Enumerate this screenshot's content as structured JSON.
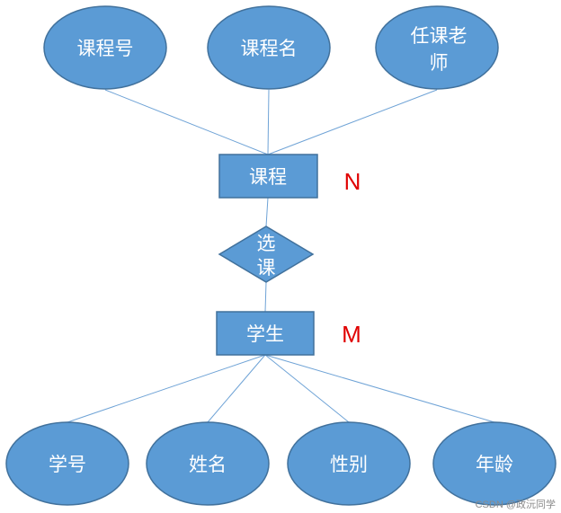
{
  "diagram": {
    "entities": {
      "course": "课程",
      "student": "学生"
    },
    "relationship": {
      "line1": "选",
      "line2": "课"
    },
    "course_attributes": {
      "course_id": "课程号",
      "course_name": "课程名",
      "teacher_line1": "任课老",
      "teacher_line2": "师"
    },
    "student_attributes": {
      "student_id": "学号",
      "name": "姓名",
      "gender": "性别",
      "age": "年龄"
    },
    "cardinality": {
      "course": "N",
      "student": "M"
    },
    "colors": {
      "shape_fill": "#5b9bd5",
      "shape_border": "#41719c",
      "line": "#6fa3d6",
      "cardinality": "#e00000"
    }
  },
  "watermark": "CSDN @政沅同学"
}
